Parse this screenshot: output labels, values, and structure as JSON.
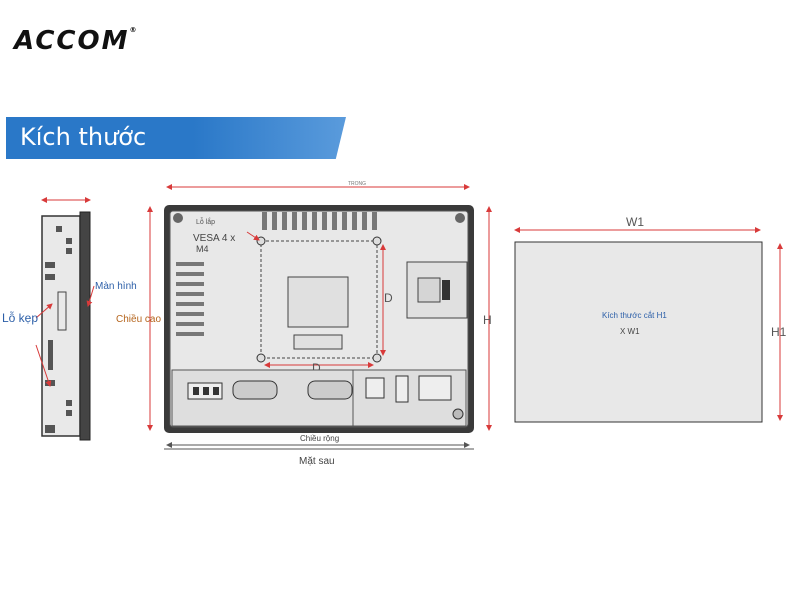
{
  "logo": {
    "text": "ACCOM",
    "reg": "®"
  },
  "banner": {
    "title": "Kích thước"
  },
  "side_view": {
    "screen_label": "Màn hình",
    "clip_hole_label": "Lỗ kẹp"
  },
  "rear_view": {
    "top_label": "TRONG",
    "height_label": "Chiều cao",
    "install_hole_label": "Lỗ lắp",
    "vesa_label_line1": "VESA 4 x",
    "vesa_label_line2": "M4",
    "d_vertical": "D",
    "d_horizontal": "D",
    "h_label": "H",
    "width_label": "Chiều rộng",
    "caption": "Mặt sau"
  },
  "cutout": {
    "w1_label": "W1",
    "h1_label": "H1",
    "text_line1": "Kích thước cắt H1",
    "text_line2": "X W1"
  },
  "colors": {
    "banner": "#2a78c8",
    "dimension_red": "#d83a3a",
    "label_blue": "#2c5fa8",
    "label_orange": "#b5651d",
    "panel_gray": "#e8e8e8"
  }
}
